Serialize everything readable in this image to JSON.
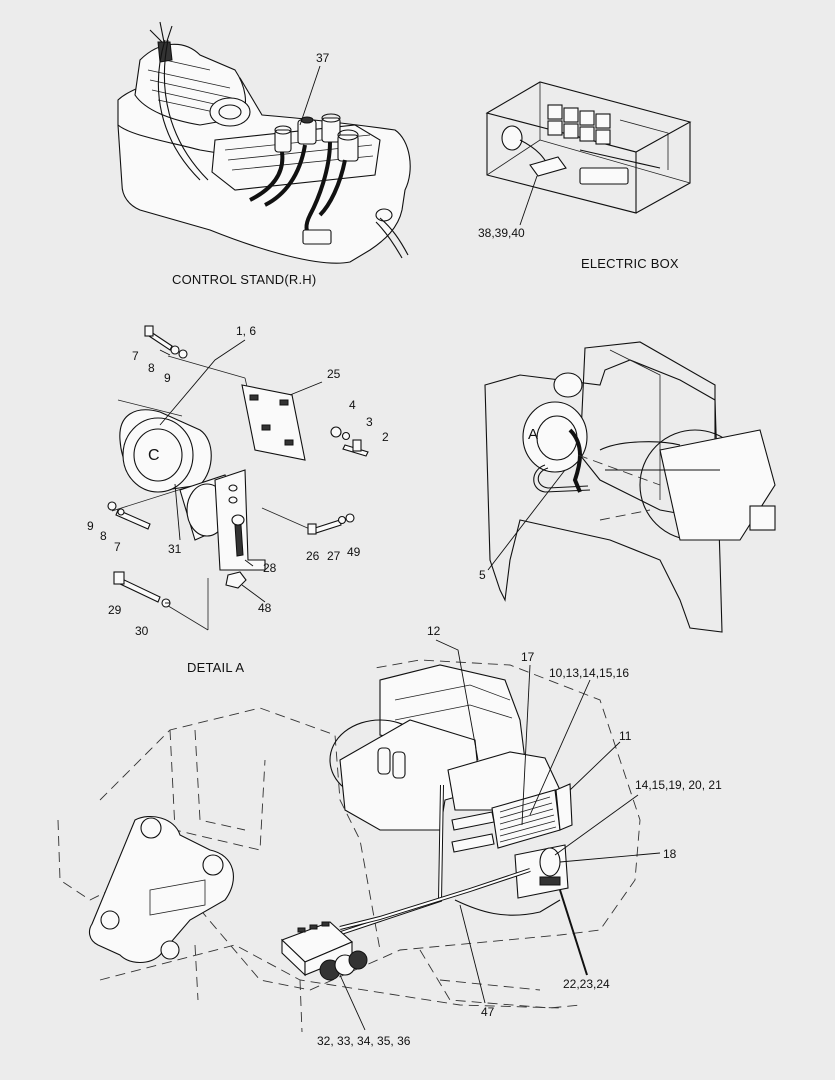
{
  "captions": {
    "control_stand": "CONTROL STAND(R.H)",
    "electric_box": "ELECTRIC BOX",
    "detail_a": "DETAIL  A"
  },
  "detail_marker": "A",
  "part_labels": {
    "p37": "37",
    "p38_40": "38,39,40",
    "p1_6": "1, 6",
    "p25": "25",
    "p7a": "7",
    "p8a": "8",
    "p9a": "9",
    "p4": "4",
    "p3": "3",
    "p2": "2",
    "p9b": "9",
    "p8b": "8",
    "p7b": "7",
    "p31": "31",
    "p26": "26",
    "p27": "27",
    "p49": "49",
    "p28": "28",
    "p29": "29",
    "p30": "30",
    "p48": "48",
    "p5": "5",
    "p12": "12",
    "p17": "17",
    "p10_16": "10,13,14,15,16",
    "p11": "11",
    "p14_21": "14,15,19, 20, 21",
    "p18": "18",
    "p22_24": "22,23,24",
    "p47": "47",
    "p32_36": "32, 33, 34, 35, 36"
  }
}
